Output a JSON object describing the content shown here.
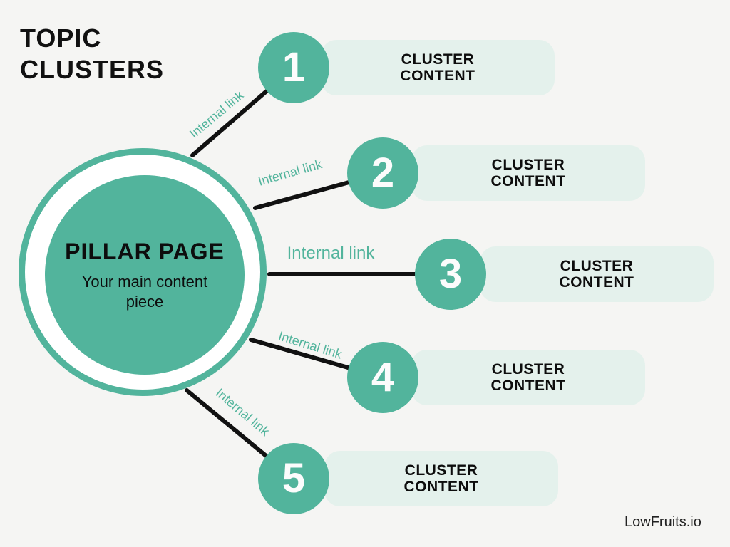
{
  "title": {
    "line1": "TOPIC",
    "line2": "CLUSTERS"
  },
  "pillar": {
    "title": "PILLAR PAGE",
    "subtitle": "Your main content piece"
  },
  "clusters": [
    {
      "number": "1",
      "label": "CLUSTER CONTENT",
      "link_label": "Internal link"
    },
    {
      "number": "2",
      "label": "CLUSTER CONTENT",
      "link_label": "Internal link"
    },
    {
      "number": "3",
      "label": "CLUSTER CONTENT",
      "link_label": "Internal link"
    },
    {
      "number": "4",
      "label": "CLUSTER CONTENT",
      "link_label": "Internal link"
    },
    {
      "number": "5",
      "label": "CLUSTER CONTENT",
      "link_label": "Internal link"
    }
  ],
  "footer": "LowFruits.io",
  "colors": {
    "accent_teal": "#52b49c",
    "mint_box": "#e4f1ec",
    "background": "#f5f5f3",
    "text": "#0d0d0d",
    "line": "#111111"
  }
}
